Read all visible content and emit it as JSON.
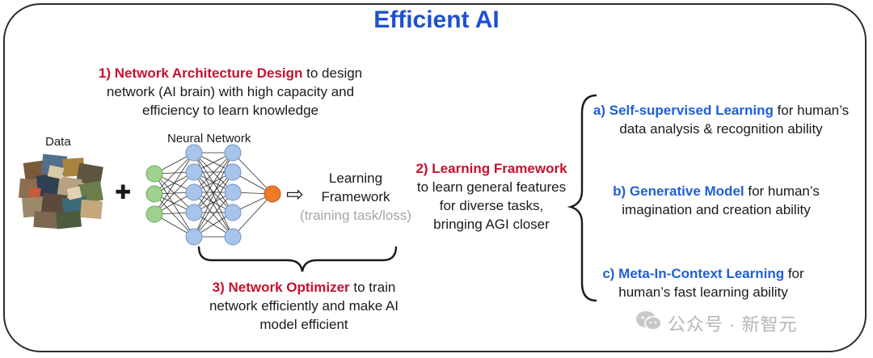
{
  "title": "Efficient AI",
  "colors": {
    "red": "#c8102e",
    "blue": "#1f5fd6",
    "title_blue": "#1e50d2",
    "green_node": "#9fd28c",
    "blue_node": "#a9c4ea",
    "orange_node": "#ee7a2a"
  },
  "data_label": "Data",
  "plus_glyph": "✚",
  "neural_network_label": "Neural Network",
  "arrow_glyph": "⇨",
  "learning_framework_box": {
    "line1": "Learning",
    "line2": "Framework",
    "line3": "(training task/loss)"
  },
  "architecture": {
    "highlight": "1) Network Architecture Design",
    "line1_rest": " to design",
    "line2": "network (AI brain) with high capacity and",
    "line3": "efficiency to learn knowledge"
  },
  "optimizer": {
    "highlight": "3) Network Optimizer",
    "line1_rest": " to train",
    "line2": "network efficiently and make AI",
    "line3": "model efficient"
  },
  "framework": {
    "highlight": "2) Learning Framework",
    "line2": "to learn general features",
    "line3": "for diverse tasks,",
    "line4": "bringing AGI closer"
  },
  "branches": [
    {
      "highlight": "a) Self-supervised Learning",
      "rest": " for human’s",
      "line2": "data analysis & recognition ability"
    },
    {
      "highlight": "b) Generative Model",
      "rest": " for human’s",
      "line2": "imagination and creation ability"
    },
    {
      "highlight": "c) Meta-In-Context Learning",
      "rest": " for",
      "line2": "human’s fast learning ability"
    }
  ],
  "watermark": "公众号 · 新智元"
}
